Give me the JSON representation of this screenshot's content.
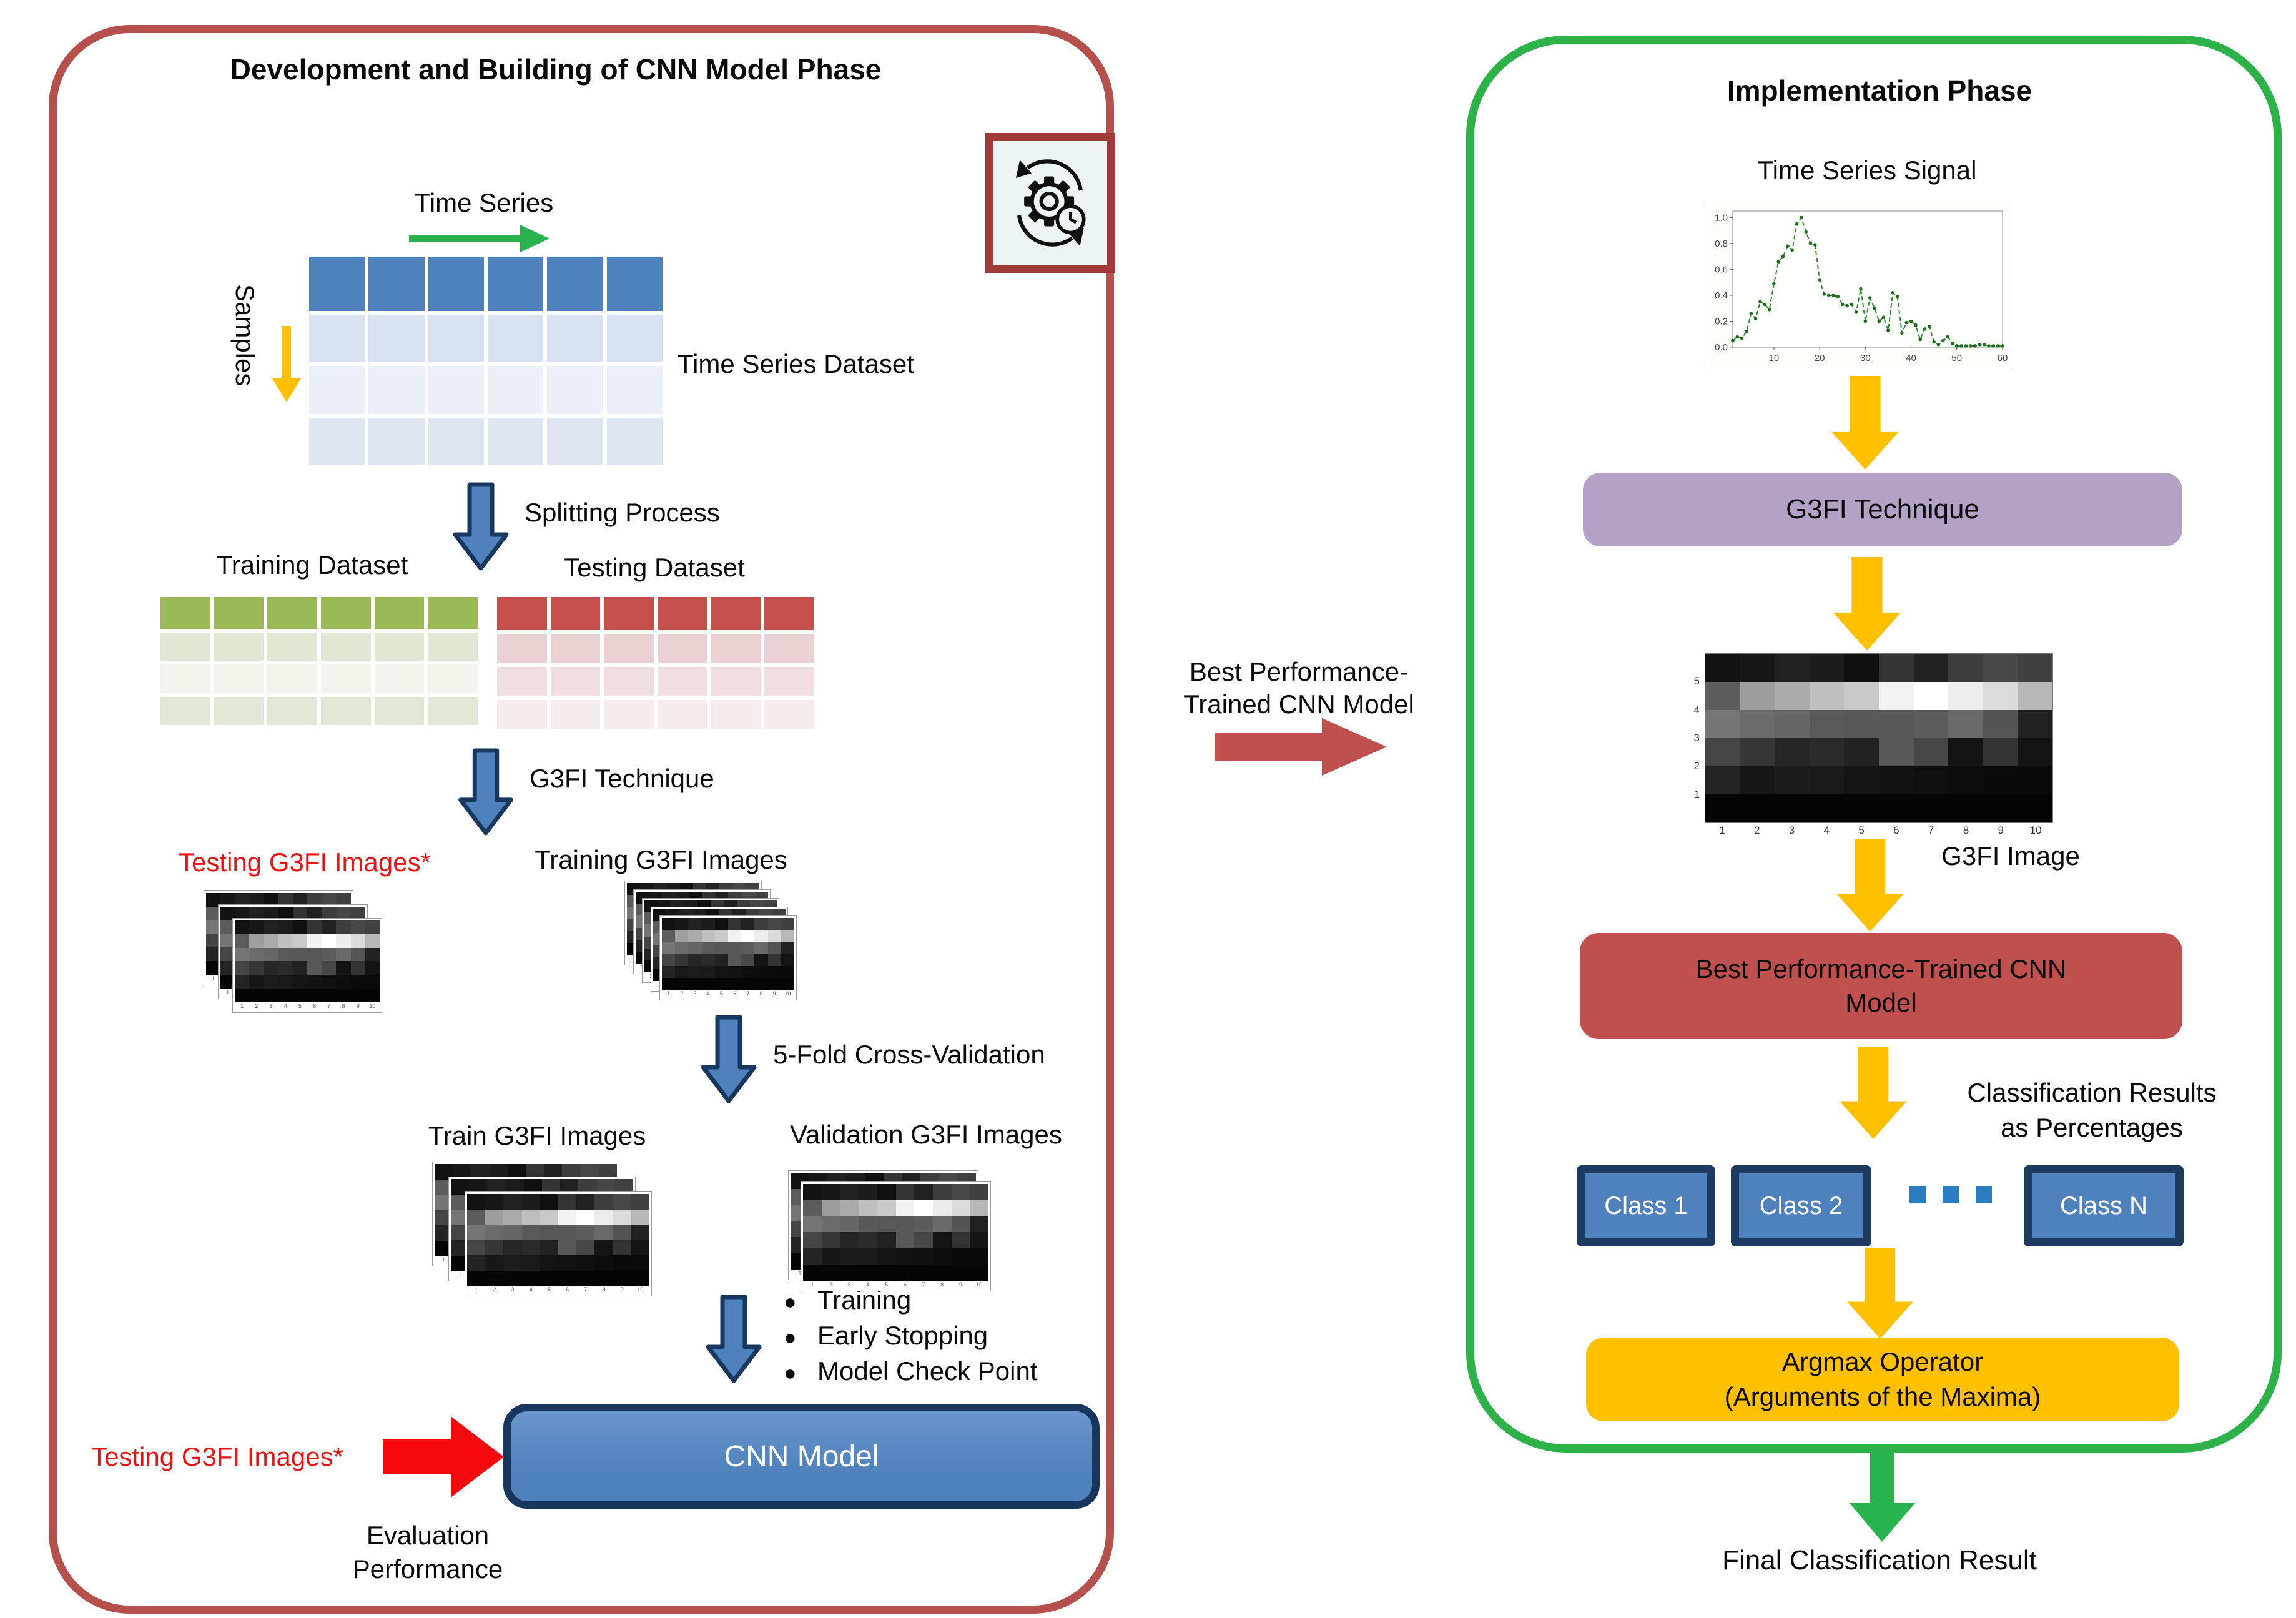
{
  "colors": {
    "left_border": "#b5504d",
    "right_border": "#2db24a",
    "blue": "#4f81bd",
    "blue_dark": "#17375e",
    "yellow": "#ffc000",
    "green_arrow": "#29b34e",
    "red_bright": "#f6080d",
    "maroon": "#c0504d",
    "purple": "#b3a2c6",
    "dot_blue": "#2b7cc0"
  },
  "left_panel": {
    "title": "Development and Building of CNN Model Phase",
    "time_series_label": "Time Series",
    "samples_label": "Samples",
    "dataset_label": "Time Series Dataset",
    "splitting_label": "Splitting Process",
    "training_dataset_label": "Training Dataset",
    "testing_dataset_label": "Testing Dataset",
    "g3fi_technique_label": "G3FI Technique",
    "testing_g3fi_label": "Testing G3FI Images*",
    "training_g3fi_label": "Training G3FI Images",
    "cross_validation_label": "5-Fold Cross-Validation",
    "train_g3fi_label": "Train G3FI Images",
    "validation_g3fi_label": "Validation G3FI Images",
    "bullets": [
      "Training",
      "Early Stopping",
      "Model Check Point"
    ],
    "cnn_model_label": "CNN Model",
    "evaluation_line1": "Evaluation",
    "evaluation_line2": "Performance"
  },
  "transfer": {
    "line1": "Best Performance-",
    "line2": "Trained CNN Model"
  },
  "right_panel": {
    "title": "Implementation Phase",
    "signal_label": "Time Series Signal",
    "g3fi_technique_label": "G3FI Technique",
    "g3fi_image_label": "G3FI Image",
    "cnn_box_line1": "Best Performance-Trained CNN",
    "cnn_box_line2": "Model",
    "classification_line1": "Classification Results",
    "classification_line2": "as Percentages",
    "classes": [
      "Class 1",
      "Class 2",
      "Class N"
    ],
    "argmax_line1": "Argmax Operator",
    "argmax_line2": "(Arguments of the Maxima)",
    "final_label": "Final Classification Result"
  },
  "tables": {
    "blue": {
      "cols": 6,
      "header": "#4f81bd",
      "body": [
        "#d9e2f0",
        "#eaeff8",
        "#dee6f1"
      ],
      "gap": 6,
      "row_fr": [
        1.12,
        1,
        1,
        1
      ]
    },
    "green": {
      "cols": 6,
      "header": "#9aba5a",
      "body": [
        "#dfe8d3",
        "#f2f5eb",
        "#e0e9d5"
      ],
      "gap": 6,
      "row_fr": [
        1.12,
        1,
        1,
        1
      ]
    },
    "red": {
      "cols": 6,
      "header": "#c4504c",
      "body": [
        "#e9d2d1",
        "#f0dfde",
        "#f7ecec"
      ],
      "gap": 6,
      "row_fr": [
        1.12,
        1,
        1,
        1
      ]
    }
  },
  "chart_data": {
    "type": "line",
    "title": "Time Series Signal",
    "xlabel": "",
    "ylabel": "",
    "x": [
      1,
      2,
      3,
      4,
      5,
      6,
      7,
      8,
      9,
      10,
      11,
      12,
      13,
      14,
      15,
      16,
      17,
      18,
      19,
      20,
      21,
      22,
      23,
      24,
      25,
      26,
      27,
      28,
      29,
      30,
      31,
      32,
      33,
      34,
      35,
      36,
      37,
      38,
      39,
      40,
      41,
      42,
      43,
      44,
      45,
      46,
      47,
      48,
      49,
      50,
      51,
      52,
      53,
      54,
      55,
      56,
      57,
      58,
      59,
      60
    ],
    "values": [
      0.05,
      0.08,
      0.07,
      0.12,
      0.26,
      0.22,
      0.35,
      0.33,
      0.29,
      0.49,
      0.66,
      0.7,
      0.78,
      0.75,
      0.95,
      1.0,
      0.89,
      0.8,
      0.79,
      0.52,
      0.41,
      0.4,
      0.4,
      0.39,
      0.33,
      0.32,
      0.33,
      0.27,
      0.45,
      0.2,
      0.38,
      0.3,
      0.2,
      0.23,
      0.13,
      0.42,
      0.39,
      0.11,
      0.19,
      0.2,
      0.17,
      0.06,
      0.14,
      0.16,
      0.04,
      0.02,
      0.05,
      0.08,
      0.03,
      0.01,
      0.01,
      0.01,
      0.01,
      0.01,
      0.02,
      0.02,
      0.01,
      0.01,
      0.01,
      0.01
    ],
    "xlim": [
      1,
      60
    ],
    "ylim": [
      0,
      1.05
    ],
    "xticks": [
      10,
      20,
      30,
      40,
      50,
      60
    ],
    "yticks": [
      0.0,
      0.2,
      0.4,
      0.6,
      0.8,
      1.0
    ],
    "line_color": "#2e8b2e",
    "line_style": "dashed-with-markers",
    "grid": false,
    "legend": "none"
  },
  "g3fi_image": {
    "matrix": [
      [
        0.07,
        0.09,
        0.13,
        0.11,
        0.06,
        0.2,
        0.13,
        0.24,
        0.28,
        0.25
      ],
      [
        0.36,
        0.62,
        0.67,
        0.75,
        0.79,
        0.95,
        1.0,
        0.93,
        0.86,
        0.72
      ],
      [
        0.46,
        0.42,
        0.4,
        0.35,
        0.34,
        0.34,
        0.36,
        0.41,
        0.33,
        0.13
      ],
      [
        0.27,
        0.21,
        0.15,
        0.17,
        0.13,
        0.34,
        0.28,
        0.08,
        0.2,
        0.08
      ],
      [
        0.14,
        0.09,
        0.11,
        0.1,
        0.08,
        0.07,
        0.06,
        0.05,
        0.04,
        0.04
      ],
      [
        0.02,
        0.02,
        0.02,
        0.02,
        0.02,
        0.02,
        0.02,
        0.02,
        0.02,
        0.02
      ]
    ],
    "x_labels": [
      "1",
      "2",
      "3",
      "4",
      "5",
      "6",
      "7",
      "8",
      "9",
      "10"
    ],
    "y_labels": [
      "5",
      "4",
      "3",
      "2",
      "1"
    ]
  }
}
